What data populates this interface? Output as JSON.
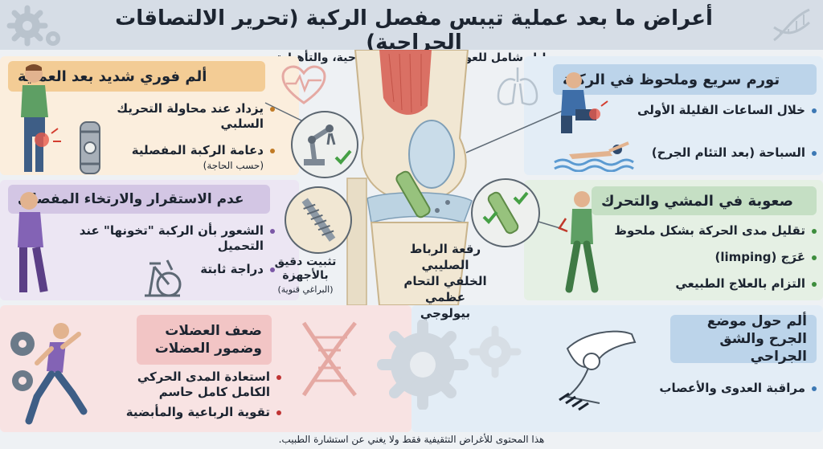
{
  "header": {
    "title": "أعراض ما بعد عملية تيبس مفصل الركبة (تحرير الالتصاقات الجراحية)",
    "subtitle": "دليل شامل للعوامل السريرية، الجراحية، والتأهيلية"
  },
  "panels": {
    "top_left": {
      "title": "ألم فوري شديد بعد العملية",
      "items": [
        {
          "text": "يزداد عند محاولة التحريك السلبي",
          "sub": ""
        },
        {
          "text": "دعامة الركبة المفصلية",
          "sub": "(حسب الحاجة)"
        }
      ]
    },
    "mid_left": {
      "title": "عدم الاستقرار والارتخاء المفصلي",
      "items": [
        {
          "text": "الشعور بأن الركبة \"تخونها\" عند التحميل",
          "sub": ""
        },
        {
          "text": "دراجة ثابتة",
          "sub": ""
        }
      ]
    },
    "bottom_left": {
      "title": "ضعف العضلات وضمور العضلات",
      "items": [
        {
          "text": "استعادة المدى الحركي الكامل كامل حاسم",
          "sub": ""
        },
        {
          "text": "تقوية الرباعية والمأبضية",
          "sub": ""
        }
      ]
    },
    "top_right": {
      "title": "تورم سريع وملحوظ في الركبة",
      "items": [
        {
          "text": "خلال الساعات القليلة الأولى",
          "sub": ""
        },
        {
          "text": "السباحة (بعد التئام الجرح)",
          "sub": ""
        }
      ]
    },
    "mid_right": {
      "title": "صعوبة في المشي والتحرك",
      "items": [
        {
          "text": "تقليل مدى الحركة بشكل ملحوظ",
          "sub": ""
        },
        {
          "text": "عَرَج (limping)",
          "sub": ""
        },
        {
          "text": "التزام بالعلاج الطبيعي",
          "sub": ""
        }
      ]
    },
    "bottom_right": {
      "title": "ألم حول موضع الجرح والشق الجراحي",
      "items": [
        {
          "text": "مراقبة العدوى والأعصاب",
          "sub": ""
        }
      ]
    }
  },
  "center": {
    "fixation_label": "تثبيت دقيق بالأجهزة",
    "fixation_sub": "(البراغي قنوية)",
    "graft_label": "رقعة الرباط الصليبي الخلفي التحام عظمي بيولوجي"
  },
  "footer": {
    "disclaimer": "هذا المحتوى للأغراض التثقيفية فقط ولا يغني عن استشارة الطبيب."
  },
  "colors": {
    "orange_head": "#f3cc95",
    "orange_bg": "#fbeedd",
    "purple_head": "#d3c6e4",
    "purple_bg": "#ece6f3",
    "red_head": "#f2c5c5",
    "red_bg": "#f8e3e3",
    "blue_head": "#bcd4ea",
    "blue_bg": "#e3edf6",
    "green_head": "#c5dfc4",
    "green_bg": "#e5f0e4",
    "header_bg": "#d6dde6"
  },
  "icons": [
    "gear-icon",
    "dna-icon",
    "heartbeat-icon",
    "lungs-icon",
    "robot-arm-icon",
    "screw-icon",
    "graft-icon",
    "check-icon",
    "knee-brace-icon",
    "swimmer-icon",
    "bike-icon",
    "runner-icon",
    "walker-icon",
    "suture-hand-icon"
  ]
}
